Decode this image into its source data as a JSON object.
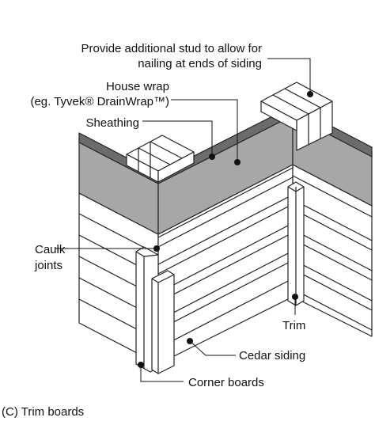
{
  "labels": {
    "stud": [
      "Provide additional stud to allow for",
      "nailing at ends of siding"
    ],
    "house_wrap": [
      "House wrap",
      "(eg. Tyvek® DrainWrap™)"
    ],
    "sheathing": "Sheathing",
    "caulk": [
      "Caulk",
      "joints"
    ],
    "trim": "Trim",
    "cedar": "Cedar siding",
    "corner": "Corner boards"
  },
  "caption": "(C) Trim boards",
  "colors": {
    "sheathing_gray": "#a7a7a7",
    "wrap_dark": "#6c6c6c",
    "siding_fill": "#ffffff",
    "line": "#222222"
  }
}
